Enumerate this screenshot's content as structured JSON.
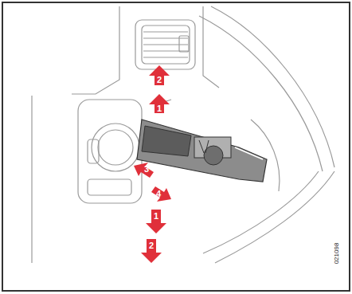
{
  "diagram": {
    "labels": [
      "2",
      "1",
      "3",
      "4",
      "1",
      "2",
      "021098"
    ]
  }
}
